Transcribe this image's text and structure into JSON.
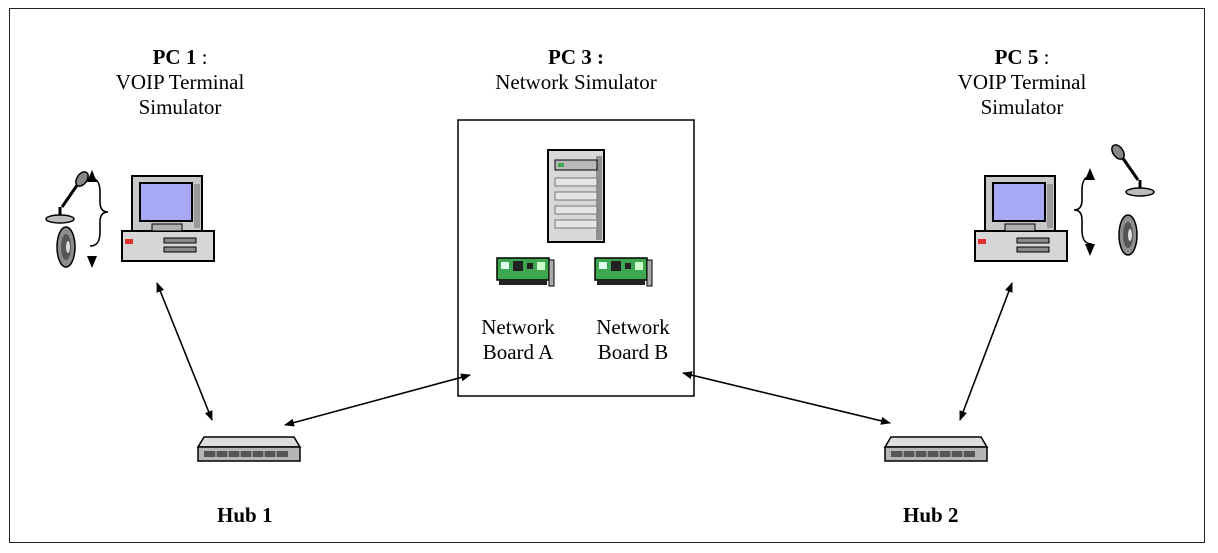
{
  "pc1": {
    "name": "PC 1",
    "separator": " :",
    "line1": "VOIP Terminal",
    "line2": "Simulator"
  },
  "pc3": {
    "name": "PC 3 :",
    "line1": "Network Simulator"
  },
  "pc5": {
    "name": "PC 5",
    "separator": " :",
    "line1": "VOIP Terminal",
    "line2": "Simulator"
  },
  "boards": {
    "a": {
      "line1": "Network",
      "line2": "Board A"
    },
    "b": {
      "line1": "Network",
      "line2": "Board B"
    }
  },
  "hubs": {
    "hub1": "Hub 1",
    "hub2": "Hub 2"
  },
  "colors": {
    "monitor_screen": "#a7a8f6",
    "computer_body": "#d9d9d9",
    "card_green": "#3fa650",
    "line": "#000000"
  },
  "icons": {
    "pc1": "desktop-computer-icon",
    "pc5": "desktop-computer-icon",
    "server": "server-tower-icon",
    "cards": "network-card-icon",
    "hubs": "network-hub-icon",
    "mics": "microphone-icon",
    "speakers": "speaker-icon"
  }
}
